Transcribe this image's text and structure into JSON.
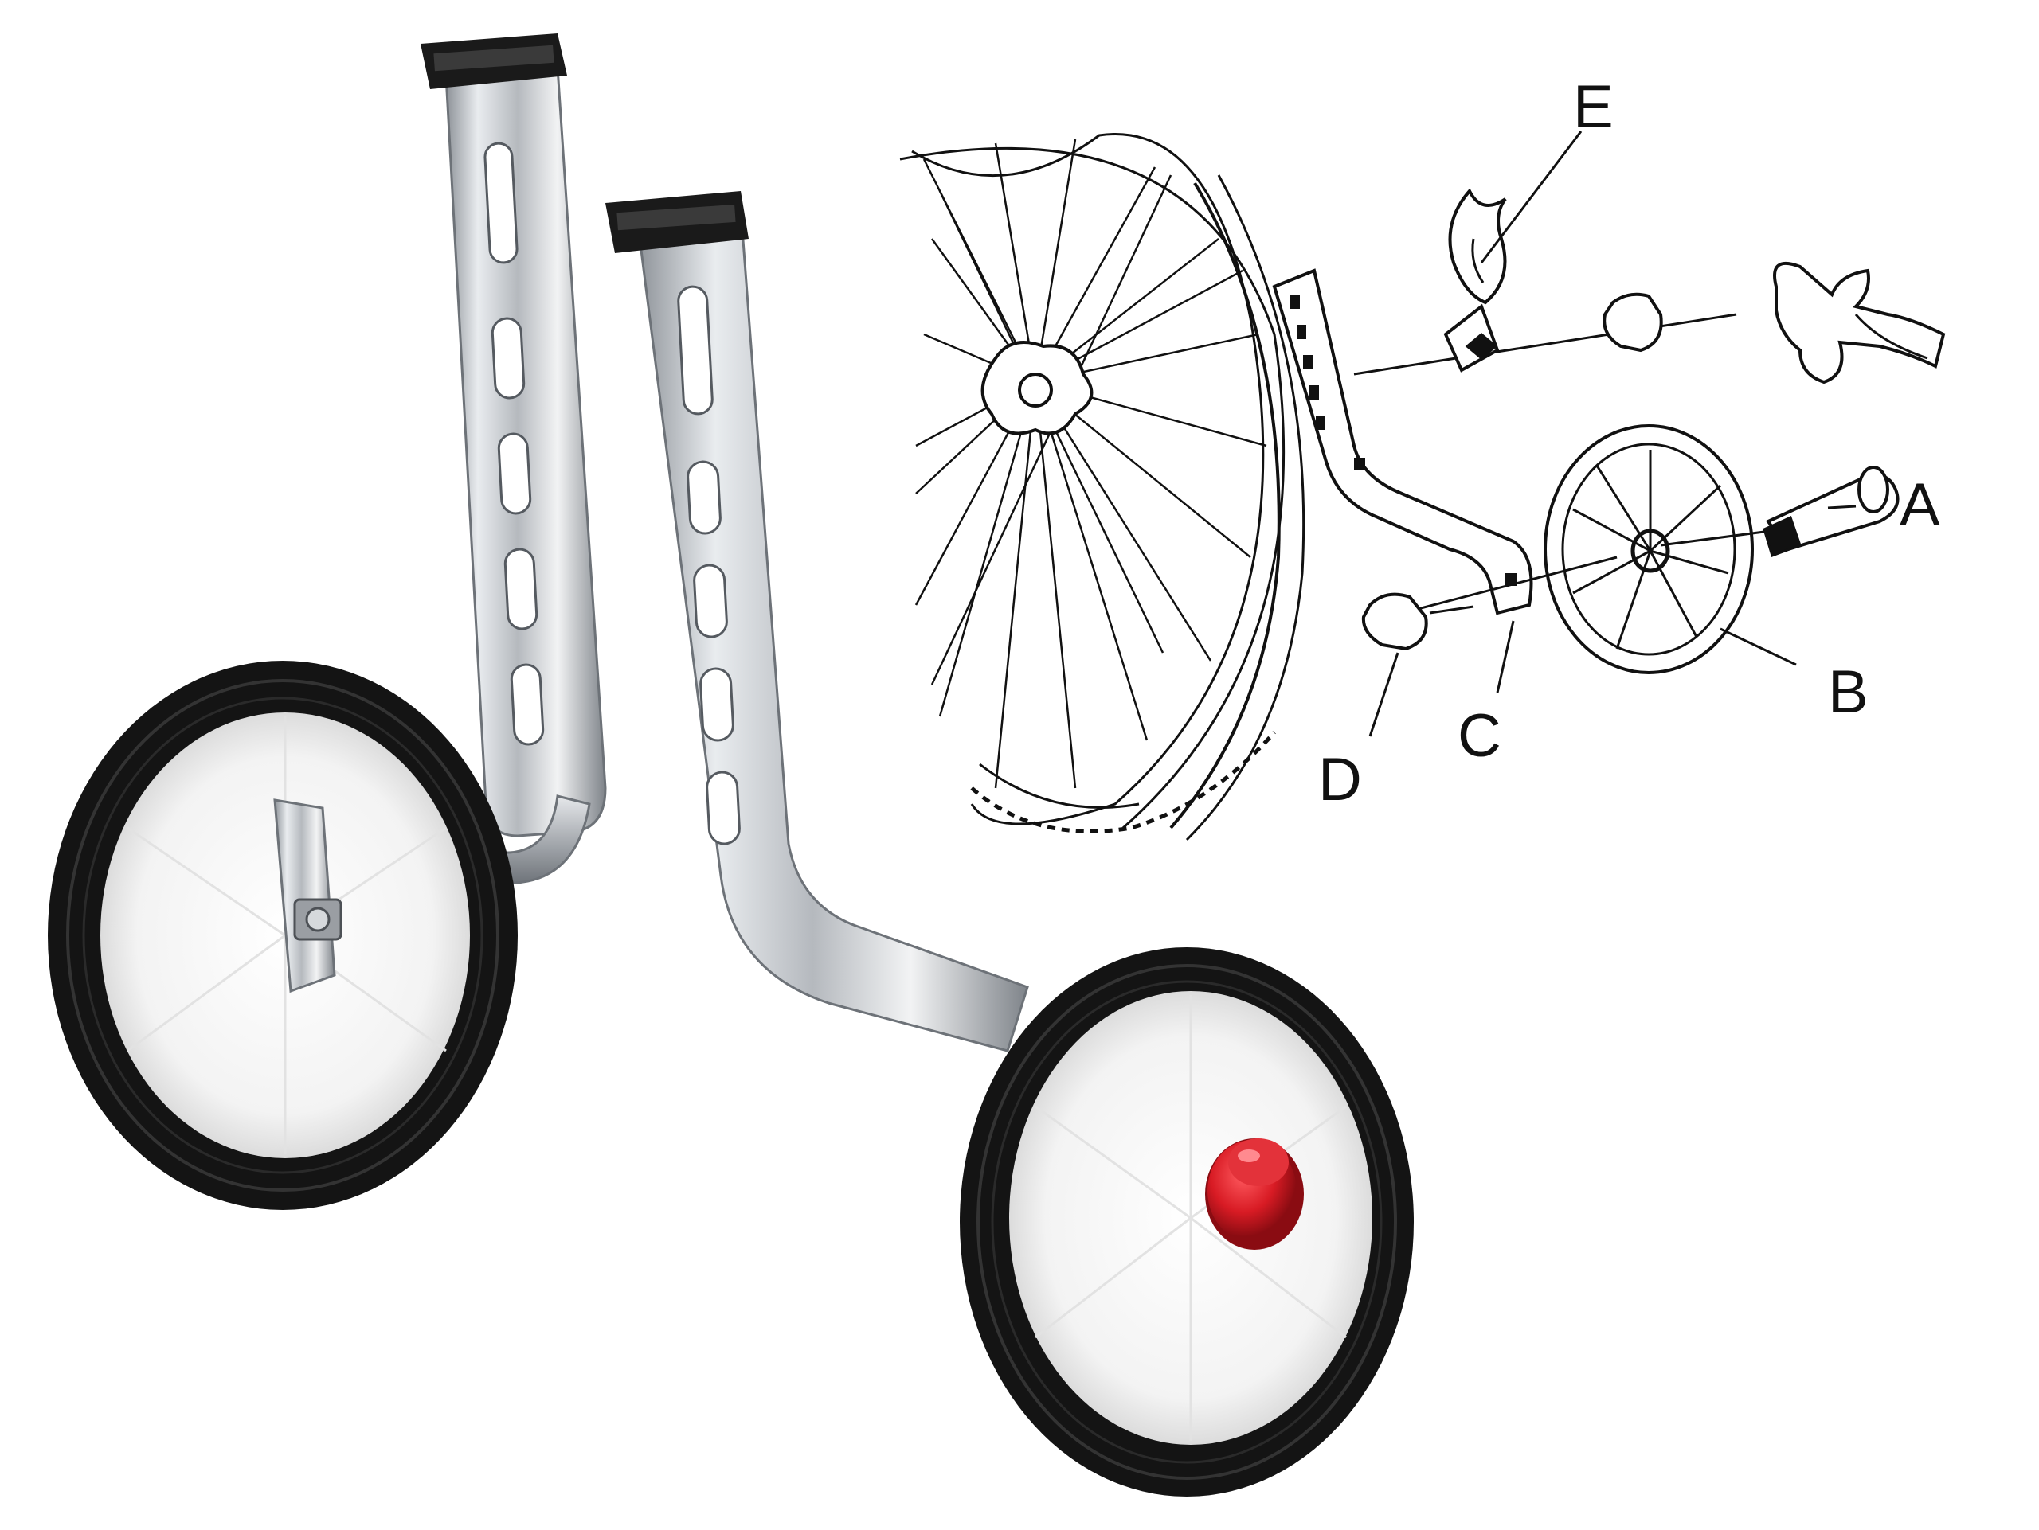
{
  "colors": {
    "background": "#ffffff",
    "steel": "#b9bdc2",
    "tire": "#141414",
    "hub_cover": "#f4f4f4",
    "reflector": "#d81b24",
    "cap": "#1a1a1a",
    "line_art": "#111111"
  },
  "diagram": {
    "labels": {
      "a": "A",
      "b": "B",
      "c": "C",
      "d": "D",
      "e": "E"
    }
  }
}
